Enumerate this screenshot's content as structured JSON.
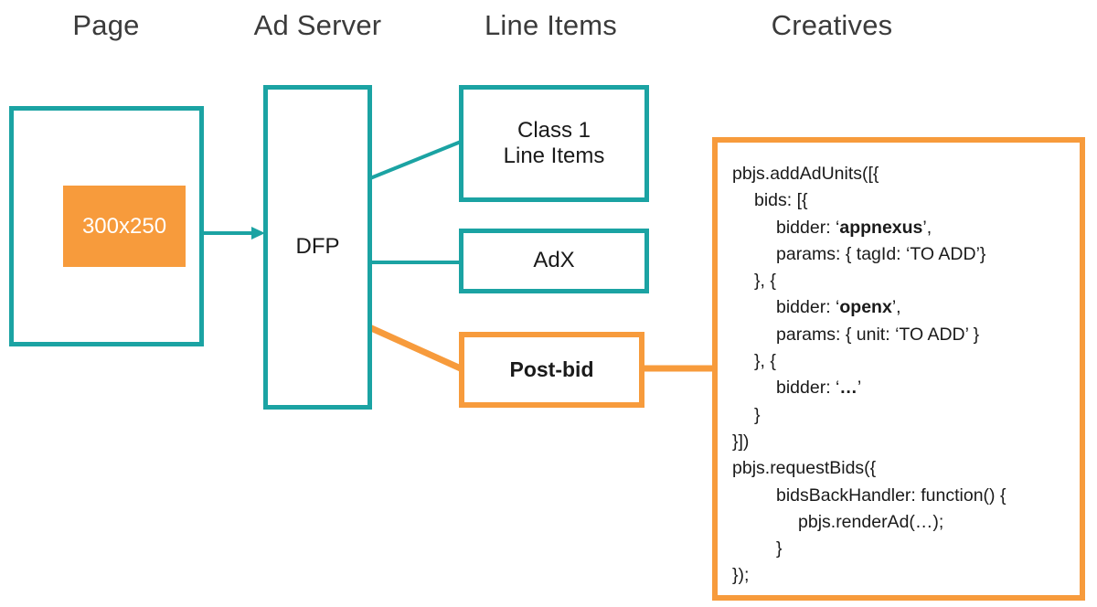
{
  "columns": [
    {
      "key": "page",
      "label": "Page"
    },
    {
      "key": "ad_server",
      "label": "Ad Server"
    },
    {
      "key": "line_items",
      "label": "Line Items"
    },
    {
      "key": "creatives",
      "label": "Creatives"
    }
  ],
  "headers": {
    "page": "Page",
    "ad_server": "Ad Server",
    "line_items": "Line Items",
    "creatives": "Creatives"
  },
  "page_box": {
    "slot_label": "300x250",
    "slot_fill": "#f79b3c",
    "slot_text_color": "#ffffff"
  },
  "ad_server_box": {
    "label": "DFP"
  },
  "line_item_boxes": [
    {
      "name": "class-1-line-items",
      "label": "Class 1\nLine Items",
      "line1": "Class 1",
      "line2": "Line Items",
      "style": "teal"
    },
    {
      "name": "adx",
      "label": "AdX",
      "line1": "AdX",
      "line2": "",
      "style": "teal"
    },
    {
      "name": "post-bid",
      "label": "Post-bid",
      "line1": "Post-bid",
      "line2": "",
      "style": "orange"
    }
  ],
  "creatives_box": {
    "code_lines": [
      {
        "indent": 0,
        "segments": [
          {
            "text": "pbjs.addAdUnits([{",
            "bold": false
          }
        ]
      },
      {
        "indent": 1,
        "segments": [
          {
            "text": "bids: [{",
            "bold": false
          }
        ]
      },
      {
        "indent": 2,
        "segments": [
          {
            "text": "bidder: ‘",
            "bold": false
          },
          {
            "text": "appnexus",
            "bold": true
          },
          {
            "text": "’,",
            "bold": false
          }
        ]
      },
      {
        "indent": 2,
        "segments": [
          {
            "text": "params: { tagId: ‘TO ADD’}",
            "bold": false
          }
        ]
      },
      {
        "indent": 1,
        "segments": [
          {
            "text": "}, {",
            "bold": false
          }
        ]
      },
      {
        "indent": 2,
        "segments": [
          {
            "text": "bidder: ‘",
            "bold": false
          },
          {
            "text": "openx",
            "bold": true
          },
          {
            "text": "’,",
            "bold": false
          }
        ]
      },
      {
        "indent": 2,
        "segments": [
          {
            "text": "params: { unit: ‘TO ADD’ }",
            "bold": false
          }
        ]
      },
      {
        "indent": 1,
        "segments": [
          {
            "text": "}, {",
            "bold": false
          }
        ]
      },
      {
        "indent": 2,
        "segments": [
          {
            "text": "bidder: ‘",
            "bold": false
          },
          {
            "text": "…",
            "bold": true
          },
          {
            "text": "’",
            "bold": false
          }
        ]
      },
      {
        "indent": 1,
        "segments": [
          {
            "text": "}",
            "bold": false
          }
        ]
      },
      {
        "indent": 0,
        "segments": [
          {
            "text": "}])",
            "bold": false
          }
        ]
      },
      {
        "indent": 0,
        "segments": [
          {
            "text": "pbjs.requestBids({",
            "bold": false
          }
        ]
      },
      {
        "indent": 2,
        "segments": [
          {
            "text": "bidsBackHandler: function() {",
            "bold": false
          }
        ]
      },
      {
        "indent": 3,
        "segments": [
          {
            "text": "pbjs.renderAd(…);",
            "bold": false
          }
        ]
      },
      {
        "indent": 2,
        "segments": [
          {
            "text": "}",
            "bold": false
          }
        ]
      },
      {
        "indent": 0,
        "segments": [
          {
            "text": "});",
            "bold": false
          }
        ]
      }
    ]
  },
  "connectors": [
    {
      "name": "page-slot-to-dfp",
      "type": "arrow",
      "color": "#1ba3a3"
    },
    {
      "name": "dfp-to-class-1",
      "type": "diagonal",
      "color": "#1ba3a3"
    },
    {
      "name": "dfp-to-adx",
      "type": "straight",
      "color": "#1ba3a3"
    },
    {
      "name": "dfp-to-post-bid",
      "type": "diagonal",
      "color": "#f79b3c"
    },
    {
      "name": "post-bid-to-creatives",
      "type": "straight",
      "color": "#f79b3c"
    }
  ],
  "colors": {
    "teal": "#1ba3a3",
    "orange": "#f79b3c",
    "text": "#1a1a1a",
    "heading": "#3b3b3b",
    "background": "#ffffff"
  }
}
